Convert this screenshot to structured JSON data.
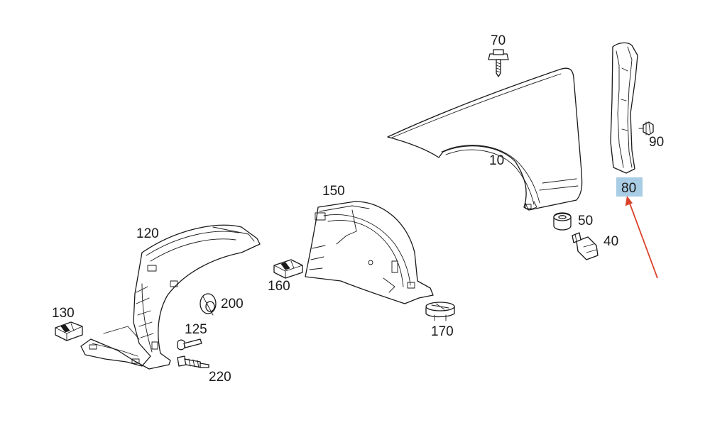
{
  "diagram": {
    "callouts": {
      "p10": "10",
      "p40": "40",
      "p50": "50",
      "p70": "70",
      "p80": "80",
      "p90": "90",
      "p120": "120",
      "p125": "125",
      "p130": "130",
      "p150": "150",
      "p160": "160",
      "p170": "170",
      "p200": "200",
      "p220": "220"
    },
    "highlighted_callout": "80",
    "colors": {
      "line": "#1a1a1a",
      "highlight": "#a9cde4",
      "arrow": "#d9432a",
      "background": "#ffffff"
    }
  }
}
